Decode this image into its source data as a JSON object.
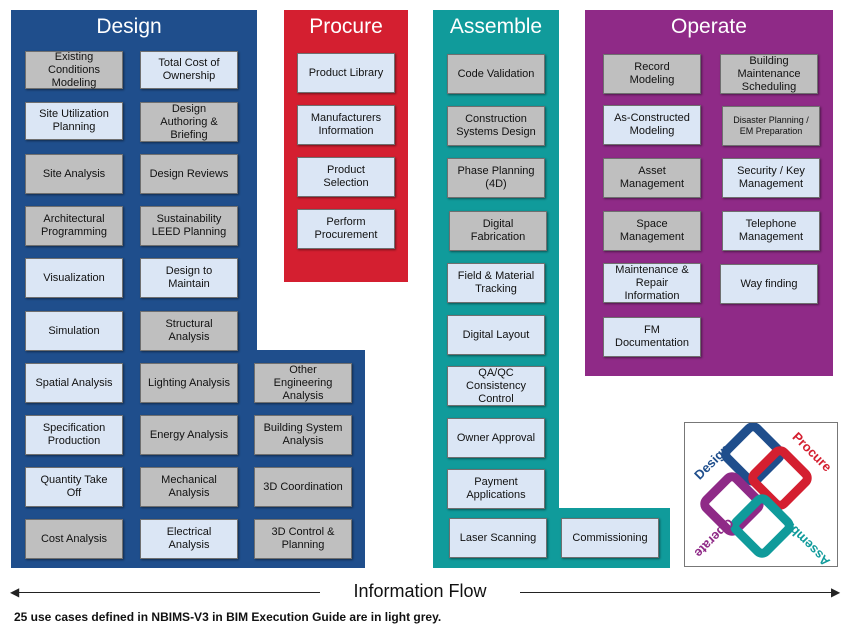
{
  "sections": {
    "design": {
      "title": "Design",
      "color": "#1f4e8c",
      "items": [
        {
          "label": "Existing Conditions\nModeling",
          "grey": true
        },
        {
          "label": "Total Cost of\nOwnership",
          "grey": false
        },
        {
          "label": "Site Utilization\nPlanning",
          "grey": false
        },
        {
          "label": "Design\nAuthoring &\nBriefing",
          "grey": true
        },
        {
          "label": "Site Analysis",
          "grey": true
        },
        {
          "label": "Design Reviews",
          "grey": true
        },
        {
          "label": "Architectural\nProgramming",
          "grey": true
        },
        {
          "label": "Sustainability\nLEED Planning",
          "grey": true
        },
        {
          "label": "Visualization",
          "grey": false
        },
        {
          "label": "Design to\nMaintain",
          "grey": false
        },
        {
          "label": "Simulation",
          "grey": false
        },
        {
          "label": "Structural\nAnalysis",
          "grey": true
        },
        {
          "label": "Spatial Analysis",
          "grey": false
        },
        {
          "label": "Lighting Analysis",
          "grey": true
        },
        {
          "label": "Other\nEngineering\nAnalysis",
          "grey": true
        },
        {
          "label": "Specification\nProduction",
          "grey": false
        },
        {
          "label": "Energy Analysis",
          "grey": true
        },
        {
          "label": "Building System\nAnalysis",
          "grey": true
        },
        {
          "label": "Quantity Take\nOff",
          "grey": false
        },
        {
          "label": "Mechanical\nAnalysis",
          "grey": true
        },
        {
          "label": "3D Coordination",
          "grey": true
        },
        {
          "label": "Cost Analysis",
          "grey": true
        },
        {
          "label": "Electrical\nAnalysis",
          "grey": false
        },
        {
          "label": "3D Control &\nPlanning",
          "grey": true
        }
      ]
    },
    "procure": {
      "title": "Procure",
      "color": "#d41f30",
      "items": [
        {
          "label": "Product Library",
          "grey": false
        },
        {
          "label": "Manufacturers\nInformation",
          "grey": false
        },
        {
          "label": "Product\nSelection",
          "grey": false
        },
        {
          "label": "Perform\nProcurement",
          "grey": false
        }
      ]
    },
    "assemble": {
      "title": "Assemble",
      "color": "#109b9b",
      "items": [
        {
          "label": "Code Validation",
          "grey": true
        },
        {
          "label": "Construction\nSystems Design",
          "grey": true
        },
        {
          "label": "Phase Planning\n(4D)",
          "grey": true
        },
        {
          "label": "Digital\nFabrication",
          "grey": true
        },
        {
          "label": "Field & Material\nTracking",
          "grey": false
        },
        {
          "label": "Digital Layout",
          "grey": false
        },
        {
          "label": "QA/QC\nConsistency\nControl",
          "grey": false
        },
        {
          "label": "Owner Approval",
          "grey": false
        },
        {
          "label": "Payment\nApplications",
          "grey": false
        },
        {
          "label": "Laser Scanning",
          "grey": false
        },
        {
          "label": "Commissioning",
          "grey": false
        }
      ]
    },
    "operate": {
      "title": "Operate",
      "color": "#8f2a87",
      "items": [
        {
          "label": "Record\nModeling",
          "grey": true
        },
        {
          "label": "Building\nMaintenance\nScheduling",
          "grey": true
        },
        {
          "label": "As-Constructed\nModeling",
          "grey": false
        },
        {
          "label": "Disaster Planning /\nEM Preparation",
          "grey": true
        },
        {
          "label": "Asset\nManagement",
          "grey": true
        },
        {
          "label": "Security / Key\nManagement",
          "grey": false
        },
        {
          "label": "Space\nManagement",
          "grey": true
        },
        {
          "label": "Telephone\nManagement",
          "grey": false
        },
        {
          "label": "Maintenance &\nRepair\nInformation",
          "grey": false
        },
        {
          "label": "Way finding",
          "grey": false
        },
        {
          "label": "FM\nDocumentation",
          "grey": false
        }
      ]
    }
  },
  "logo": {
    "words": [
      "Design",
      "Procure",
      "Assemble",
      "Operate"
    ],
    "colors": [
      "#1f4e8c",
      "#d41f30",
      "#109b9b",
      "#8f2a87"
    ]
  },
  "flow_label": "Information Flow",
  "footnote": "25 use cases defined in NBIMS-V3 in BIM Execution Guide are in light grey."
}
